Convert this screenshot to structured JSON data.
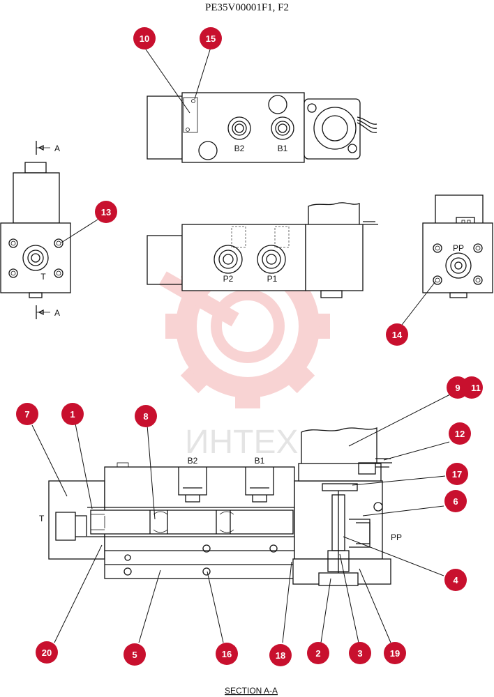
{
  "drawing": {
    "title": "PE35V00001F1, F2",
    "section_caption": "SECTION  A-A",
    "watermark_text": "ИНТЕХ",
    "section_mark": "A"
  },
  "port_labels": {
    "b2_top": "B2",
    "b1_top": "B1",
    "p2": "P2",
    "p1": "P1",
    "t_side": "T",
    "pp_side": "PP",
    "b2_section": "B2",
    "b1_section": "B1",
    "t_section": "T",
    "pp_section": "PP"
  },
  "callouts": [
    {
      "num": "10"
    },
    {
      "num": "15"
    },
    {
      "num": "13"
    },
    {
      "num": "14"
    },
    {
      "num": "9"
    },
    {
      "num": "11"
    },
    {
      "num": "7"
    },
    {
      "num": "1"
    },
    {
      "num": "8"
    },
    {
      "num": "12"
    },
    {
      "num": "17"
    },
    {
      "num": "6"
    },
    {
      "num": "4"
    },
    {
      "num": "20"
    },
    {
      "num": "5"
    },
    {
      "num": "16"
    },
    {
      "num": "18"
    },
    {
      "num": "2"
    },
    {
      "num": "3"
    },
    {
      "num": "19"
    }
  ],
  "colors": {
    "callout": "#c8102e",
    "watermark": "#f3b0b0",
    "ink": "#111111"
  }
}
